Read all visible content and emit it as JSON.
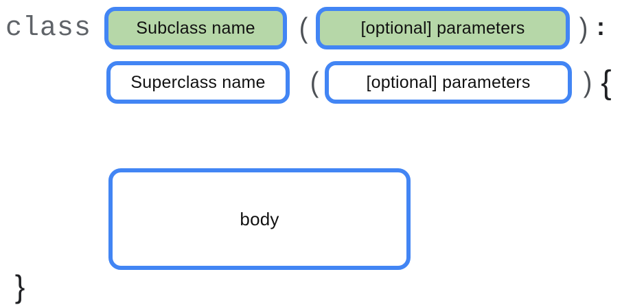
{
  "colors": {
    "page_bg": "#ffffff",
    "border_blue": "#4285f4",
    "fill_green": "#b6d7a8",
    "fill_white": "#ffffff",
    "keyword_gray": "#5f6368",
    "punct_gray": "#4d5156",
    "punct_black": "#202124",
    "label_black": "#111111"
  },
  "diagram": {
    "keyword": "class",
    "line1": {
      "subclass_box_label": "Subclass name",
      "open_paren": "(",
      "params_box_label": "[optional] parameters",
      "close_paren": ")",
      "colon": ":"
    },
    "line2": {
      "superclass_box_label": "Superclass name",
      "open_paren": "(",
      "params_box_label": "[optional] parameters",
      "close_paren": ")",
      "open_brace": "{"
    },
    "body_box_label": "body",
    "close_brace": "}"
  }
}
